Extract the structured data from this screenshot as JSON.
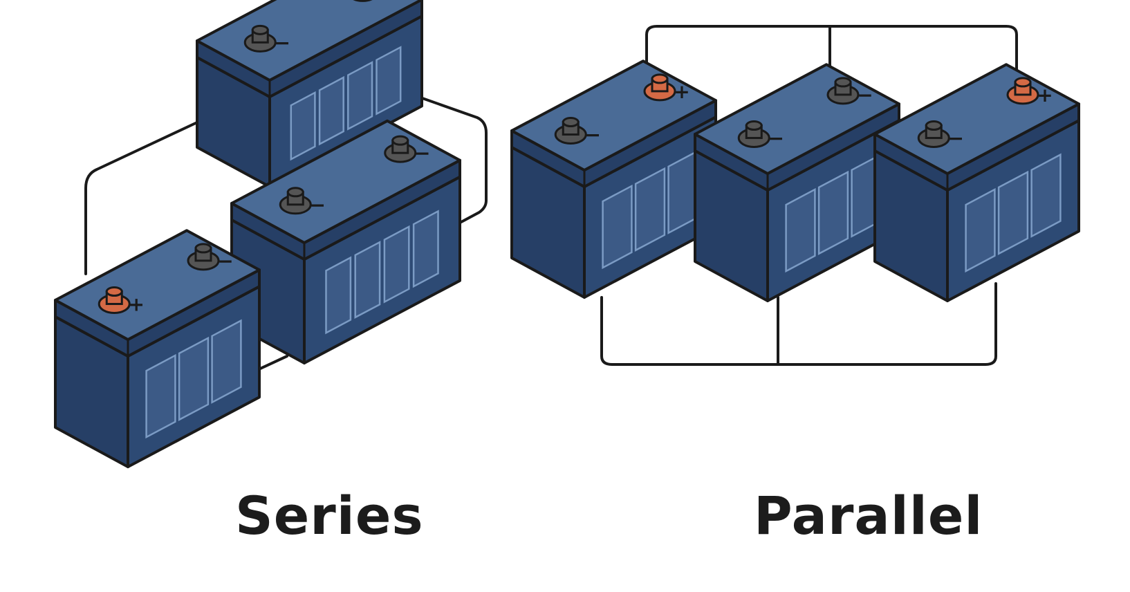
{
  "captions": {
    "series": "Series",
    "parallel": "Parallel"
  },
  "terminal_signs": {
    "positive": "+",
    "negative": "−"
  },
  "colors": {
    "battery_lid": "#4a6b96",
    "battery_front": "#2d4a74",
    "battery_side": "#263f66",
    "battery_window": "#3c5a86",
    "battery_window_stroke": "#7b9bc4",
    "outline": "#1a1a1a",
    "terminal_positive": "#d46a45",
    "terminal_negative": "#555555",
    "wire": "#1a1a1a",
    "background": "#ffffff"
  },
  "icons": {
    "battery": "car-battery-icon",
    "terminal": "battery-terminal-post-icon"
  },
  "diagrams": [
    {
      "name": "series",
      "battery_count": 3,
      "terminals": [
        [
          "positive",
          "negative"
        ],
        [
          "negative",
          "negative"
        ],
        [
          "negative",
          "negative"
        ]
      ]
    },
    {
      "name": "parallel",
      "battery_count": 3,
      "terminals": [
        [
          "negative",
          "positive"
        ],
        [
          "negative",
          "negative"
        ],
        [
          "negative",
          "positive"
        ]
      ]
    }
  ]
}
